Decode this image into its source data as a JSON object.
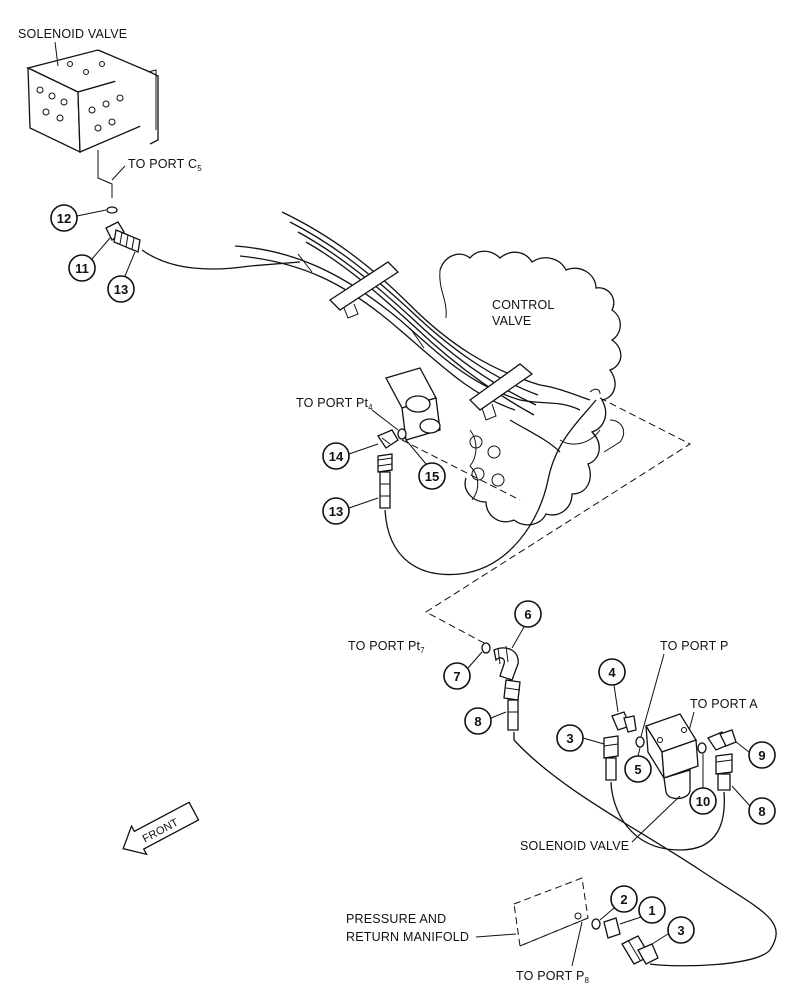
{
  "labels": {
    "solenoid_valve_top": "SOLENOID VALVE",
    "to_port_c5_main": "TO PORT C",
    "to_port_c5_sub": "5",
    "control_valve_line1": "CONTROL",
    "control_valve_line2": "VALVE",
    "to_port_pt4_main": "TO PORT Pt",
    "to_port_pt4_sub": "4",
    "to_port_pt7_main": "TO PORT Pt",
    "to_port_pt7_sub": "7",
    "to_port_p": "TO PORT P",
    "to_port_a": "TO PORT A",
    "solenoid_valve_bottom": "SOLENOID VALVE",
    "manifold_line1": "PRESSURE AND",
    "manifold_line2": "RETURN MANIFOLD",
    "to_port_p8_main": "TO PORT P",
    "to_port_p8_sub": "8",
    "front_arrow": "FRONT"
  },
  "callouts": {
    "c12": "12",
    "c11": "11",
    "c13a": "13",
    "c14": "14",
    "c15": "15",
    "c13b": "13",
    "c6": "6",
    "c7": "7",
    "c8a": "8",
    "c4": "4",
    "c3a": "3",
    "c5": "5",
    "c10": "10",
    "c9": "9",
    "c8b": "8",
    "c2": "2",
    "c1": "1",
    "c3b": "3"
  }
}
